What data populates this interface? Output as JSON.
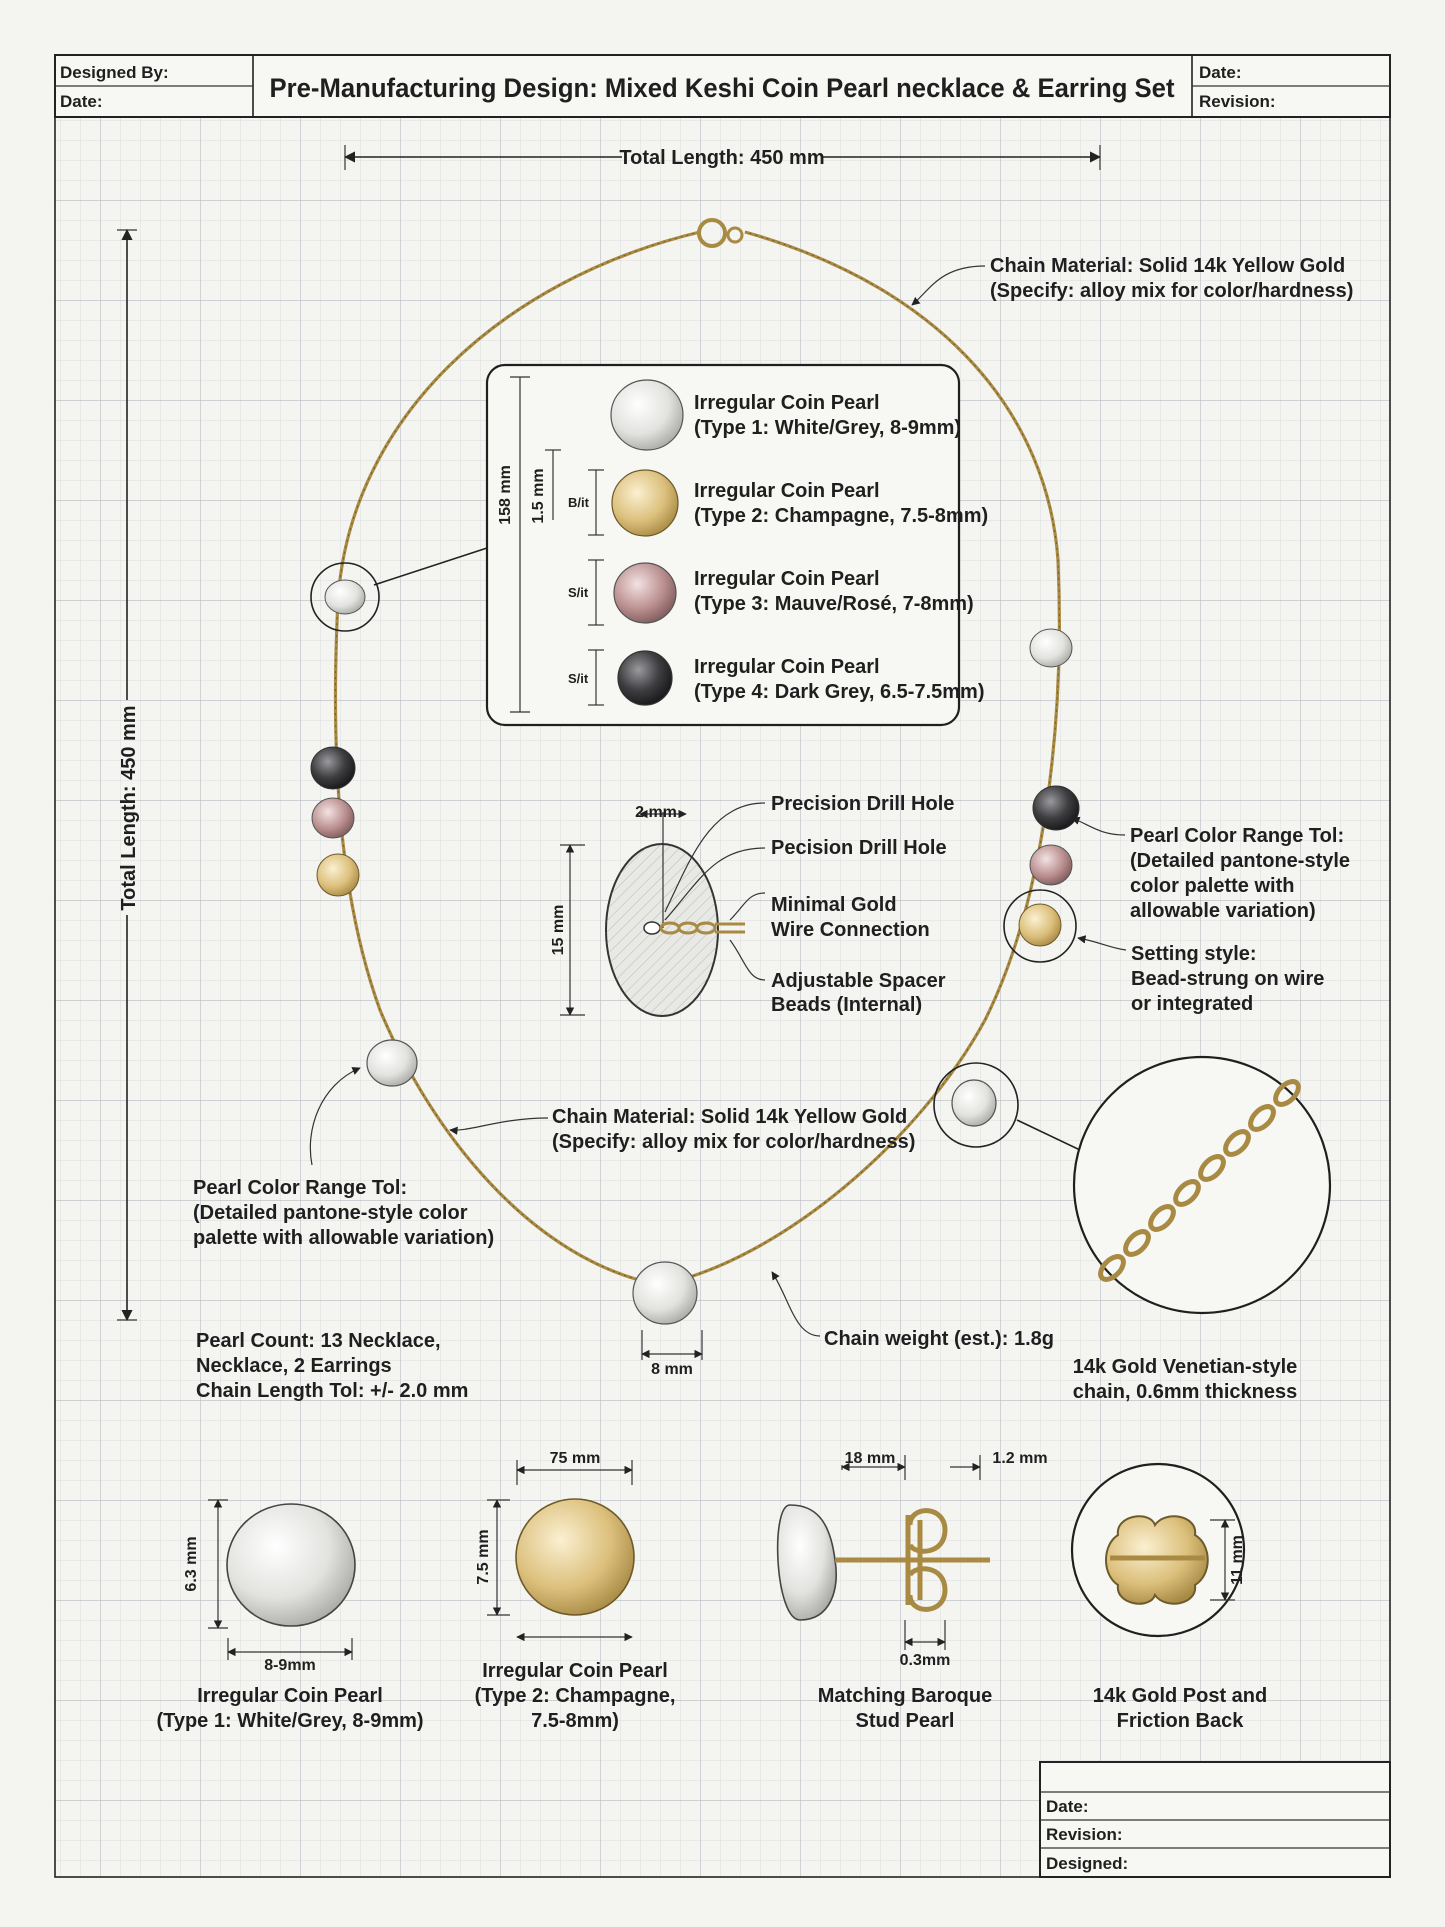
{
  "title_block": {
    "designed_by_label": "Designed By:",
    "date_label": "Date:",
    "title": "Pre-Manufacturing Design: Mixed Keshi Coin Pearl necklace & Earring Set",
    "right_date_label": "Date:",
    "revision_label": "Revision:"
  },
  "dimensions": {
    "total_length_h": "Total Length: 450 mm",
    "total_length_v": "Total Length: 450 mm",
    "legend_158": "158 mm",
    "legend_15": "1.5 mm",
    "legend_bit": "B/it",
    "legend_sit1": "S/it",
    "legend_sit2": "S/it",
    "pendant_8mm": "8 mm"
  },
  "legend": {
    "type1": [
      "Irregular Coin Pearl",
      "(Type 1: White/Grey, 8-9mm)"
    ],
    "type2": [
      "Irregular Coin Pearl",
      "(Type 2: Champagne, 7.5-8mm)"
    ],
    "type3": [
      "Irregular Coin Pearl",
      "(Type 3: Mauve/Rosé, 7-8mm)"
    ],
    "type4": [
      "Irregular Coin Pearl",
      "(Type 4: Dark Grey, 6.5-7.5mm)"
    ]
  },
  "drill_detail": {
    "width": "2 mm",
    "height": "15 mm",
    "precision_hole": "Precision Drill Hole",
    "pecision_hole": "Pecision Drill Hole",
    "wire": [
      "Minimal Gold",
      "Wire Connection"
    ],
    "spacer": [
      "Adjustable Spacer",
      "Beads (Internal)"
    ]
  },
  "notes": {
    "chain_material_top": [
      "Chain Material: Solid 14k Yellow Gold",
      "(Specify: alloy mix for color/hardness)"
    ],
    "chain_material_mid": [
      "Chain Material: Solid 14k Yellow Gold",
      "(Specify: alloy mix for color/hardness)"
    ],
    "color_tol_right": [
      "Pearl Color Range Tol:",
      "(Detailed pantone-style",
      "color palette with",
      "allowable variation)"
    ],
    "setting_style": [
      "Setting style:",
      "Bead-strung on wire",
      "or integrated"
    ],
    "color_tol_left": [
      "Pearl Color Range Tol:",
      "(Detailed pantone-style color",
      "palette with allowable variation)"
    ],
    "pearl_count": [
      "Pearl Count: 13 Necklace,",
      "Necklace, 2 Earrings",
      "Chain Length Tol: +/- 2.0 mm"
    ],
    "chain_weight": "Chain weight (est.): 1.8g",
    "venetian": [
      "14k Gold Venetian-style",
      "chain, 0.6mm thickness"
    ]
  },
  "earrings": {
    "e1": {
      "height": "6.3 mm",
      "width": "8-9mm",
      "caption": [
        "Irregular Coin Pearl",
        "(Type 1: White/Grey, 8-9mm)"
      ]
    },
    "e2": {
      "height": "7.5 mm",
      "width": "75 mm",
      "caption": [
        "Irregular Coin Pearl",
        "(Type 2: Champagne,",
        "7.5-8mm)"
      ]
    },
    "e3": {
      "dim_a": "18 mm",
      "dim_b": "1.2 mm",
      "dim_c": "0.3mm",
      "caption": [
        "Matching Baroque",
        "Stud Pearl"
      ]
    },
    "e4": {
      "dim": "11 mm",
      "caption": [
        "14k Gold Post and",
        "Friction Back"
      ]
    }
  },
  "bottom_block": {
    "date_label": "Date:",
    "revision_label": "Revision:",
    "designed_label": "Designed:"
  },
  "colors": {
    "gold": "#a88a42",
    "white_pearl": "#e9e9e6",
    "champagne_pearl": "#d9bd77",
    "mauve_pearl": "#b98e8e",
    "dark_pearl": "#3b3b3d",
    "grid": "#c9ccd1"
  }
}
